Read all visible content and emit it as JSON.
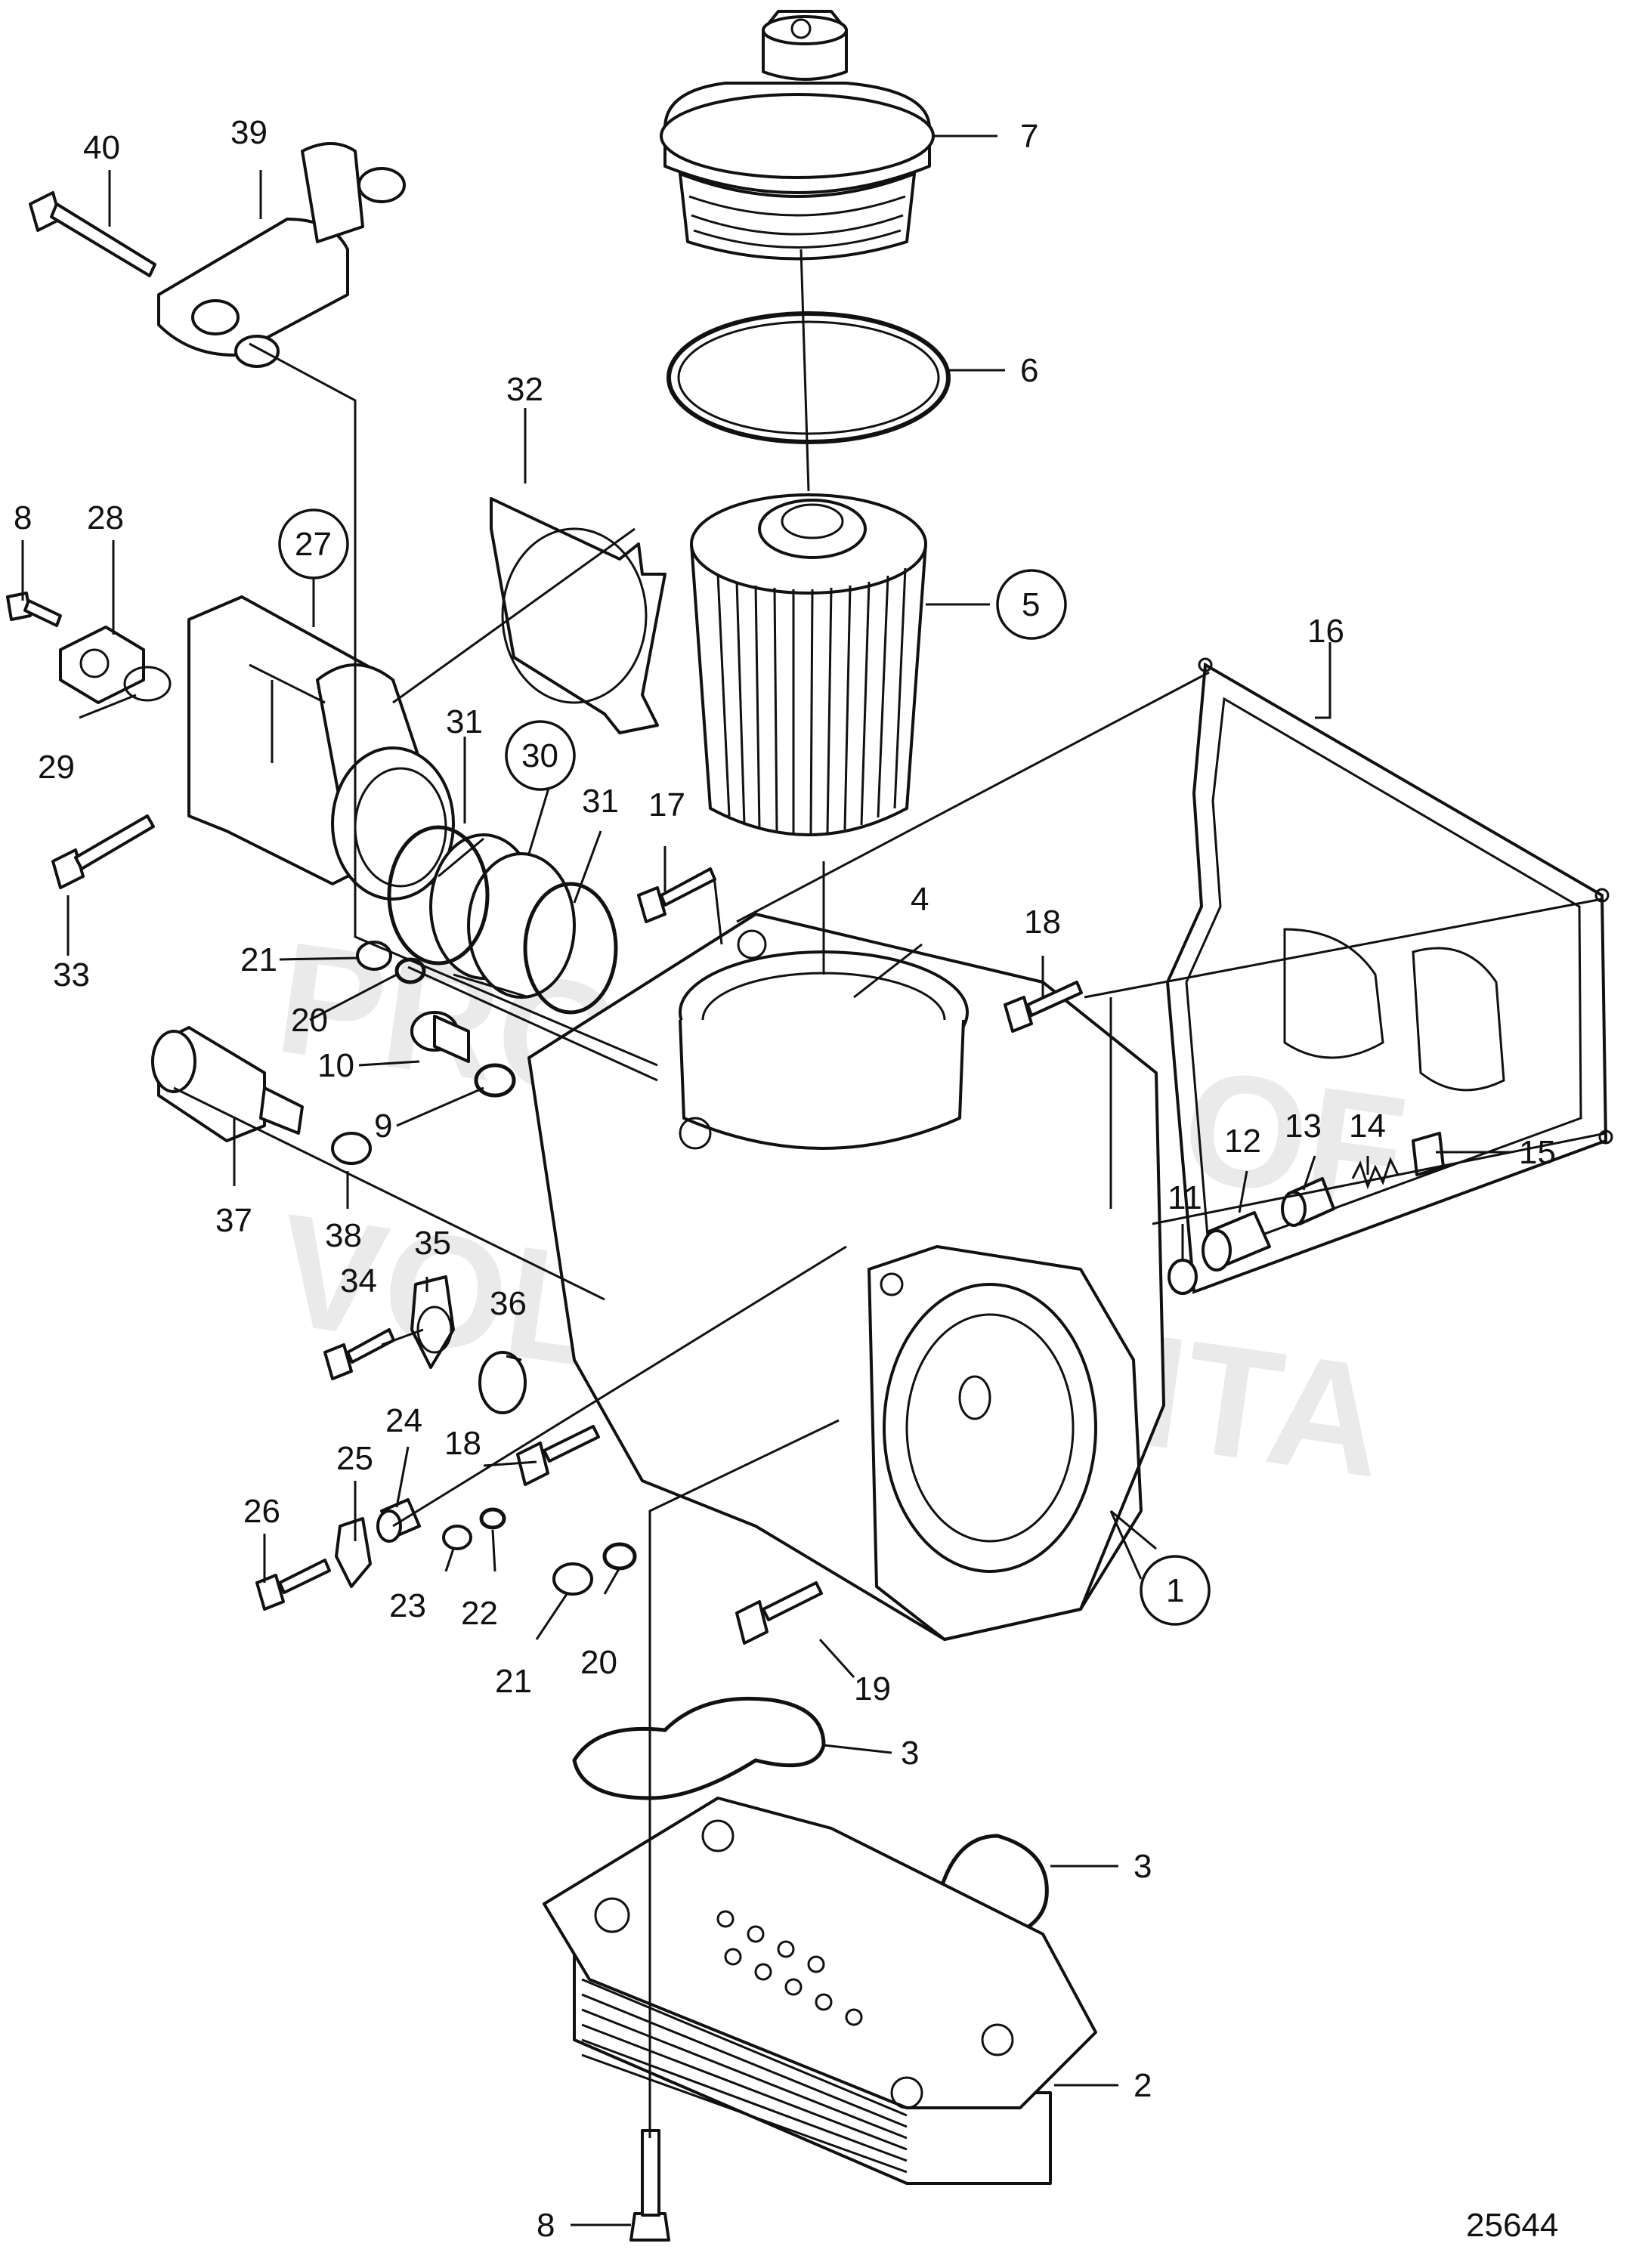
{
  "drawing_number": "25644",
  "watermark": [
    "PROPERTY OF",
    "VOLVO PENTA"
  ],
  "callouts": [
    {
      "id": "7",
      "label": "7",
      "circled": false
    },
    {
      "id": "6",
      "label": "6",
      "circled": false
    },
    {
      "id": "5",
      "label": "5",
      "circled": true
    },
    {
      "id": "4",
      "label": "4",
      "circled": false
    },
    {
      "id": "16",
      "label": "16",
      "circled": false
    },
    {
      "id": "40",
      "label": "40",
      "circled": false
    },
    {
      "id": "39",
      "label": "39",
      "circled": false
    },
    {
      "id": "32",
      "label": "32",
      "circled": false
    },
    {
      "id": "8a",
      "label": "8",
      "circled": false
    },
    {
      "id": "28",
      "label": "28",
      "circled": false
    },
    {
      "id": "27",
      "label": "27",
      "circled": true
    },
    {
      "id": "29",
      "label": "29",
      "circled": false
    },
    {
      "id": "31a",
      "label": "31",
      "circled": false
    },
    {
      "id": "30",
      "label": "30",
      "circled": true
    },
    {
      "id": "31b",
      "label": "31",
      "circled": false
    },
    {
      "id": "17",
      "label": "17",
      "circled": false
    },
    {
      "id": "33",
      "label": "33",
      "circled": false
    },
    {
      "id": "18a",
      "label": "18",
      "circled": false
    },
    {
      "id": "21a",
      "label": "21",
      "circled": false
    },
    {
      "id": "20a",
      "label": "20",
      "circled": false
    },
    {
      "id": "10",
      "label": "10",
      "circled": false
    },
    {
      "id": "9",
      "label": "9",
      "circled": false
    },
    {
      "id": "13",
      "label": "13",
      "circled": false
    },
    {
      "id": "14",
      "label": "14",
      "circled": false
    },
    {
      "id": "12",
      "label": "12",
      "circled": false
    },
    {
      "id": "15",
      "label": "15",
      "circled": false
    },
    {
      "id": "11",
      "label": "11",
      "circled": false
    },
    {
      "id": "37",
      "label": "37",
      "circled": false
    },
    {
      "id": "38",
      "label": "38",
      "circled": false
    },
    {
      "id": "35",
      "label": "35",
      "circled": false
    },
    {
      "id": "34",
      "label": "34",
      "circled": false
    },
    {
      "id": "36",
      "label": "36",
      "circled": false
    },
    {
      "id": "24",
      "label": "24",
      "circled": false
    },
    {
      "id": "18b",
      "label": "18",
      "circled": false
    },
    {
      "id": "25",
      "label": "25",
      "circled": false
    },
    {
      "id": "26",
      "label": "26",
      "circled": false
    },
    {
      "id": "23",
      "label": "23",
      "circled": false
    },
    {
      "id": "22",
      "label": "22",
      "circled": false
    },
    {
      "id": "1",
      "label": "1",
      "circled": true
    },
    {
      "id": "21b",
      "label": "21",
      "circled": false
    },
    {
      "id": "20b",
      "label": "20",
      "circled": false
    },
    {
      "id": "19",
      "label": "19",
      "circled": false
    },
    {
      "id": "3a",
      "label": "3",
      "circled": false
    },
    {
      "id": "3b",
      "label": "3",
      "circled": false
    },
    {
      "id": "2",
      "label": "2",
      "circled": false
    },
    {
      "id": "8b",
      "label": "8",
      "circled": false
    }
  ]
}
